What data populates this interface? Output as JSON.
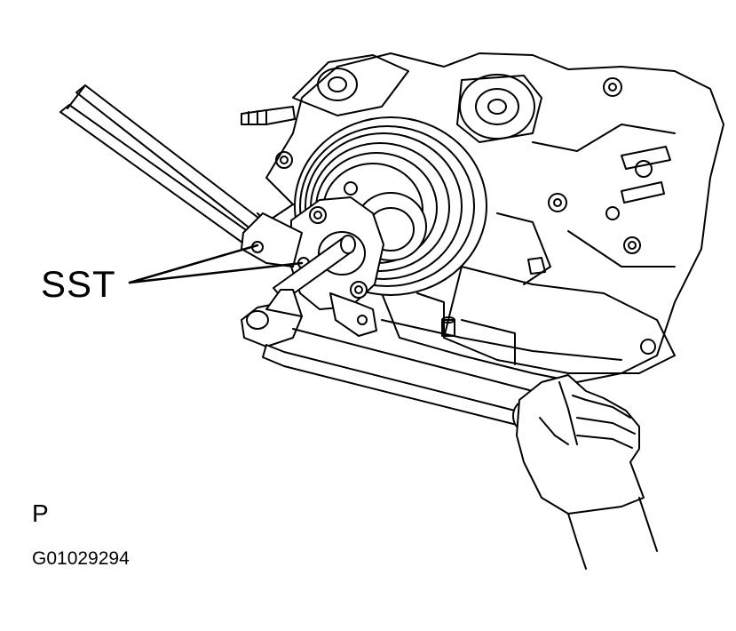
{
  "labels": {
    "callout": "SST",
    "view_marker": "P",
    "figure_code": "G01029294"
  },
  "colors": {
    "ink": "#000000",
    "paper": "#ffffff"
  }
}
